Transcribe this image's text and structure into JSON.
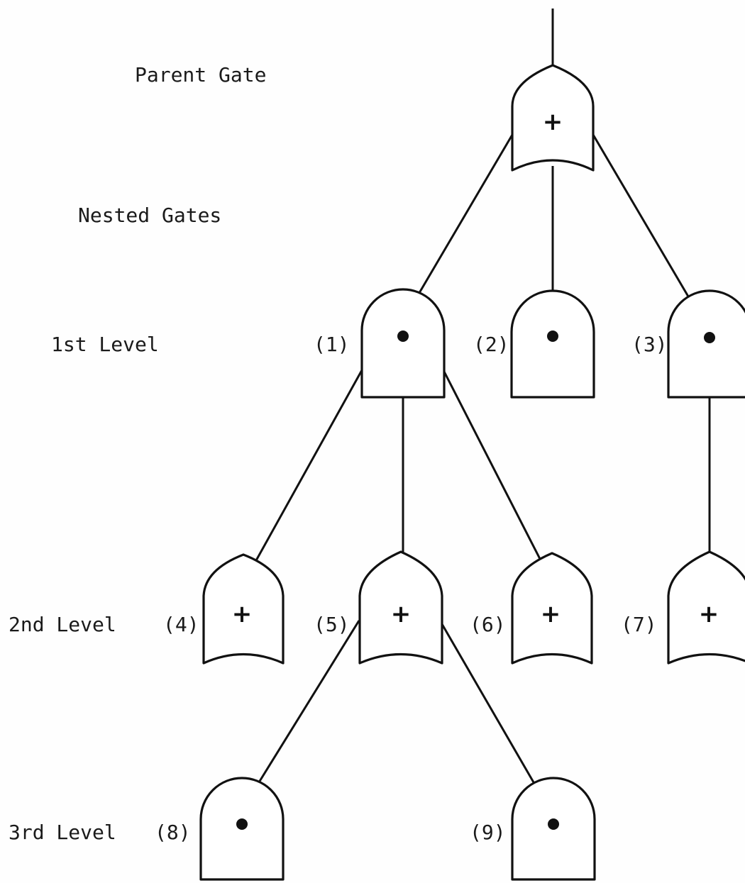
{
  "level_labels": {
    "parent": "Parent Gate",
    "nested": "Nested Gates",
    "level1": "1st Level",
    "level2": "2nd Level",
    "level3": "3rd Level"
  },
  "gates": {
    "parent": {
      "type": "or",
      "symbol": "+"
    },
    "g1": {
      "label": "(1)",
      "type": "and"
    },
    "g2": {
      "label": "(2)",
      "type": "and"
    },
    "g3": {
      "label": "(3)",
      "type": "and"
    },
    "g4": {
      "label": "(4)",
      "type": "or",
      "symbol": "+"
    },
    "g5": {
      "label": "(5)",
      "type": "or",
      "symbol": "+"
    },
    "g6": {
      "label": "(6)",
      "type": "or",
      "symbol": "+"
    },
    "g7": {
      "label": "(7)",
      "type": "or",
      "symbol": "+"
    },
    "g8": {
      "label": "(8)",
      "type": "and"
    },
    "g9": {
      "label": "(9)",
      "type": "and"
    }
  },
  "colors": {
    "ink": "#111111",
    "paper": "#fefefe"
  }
}
